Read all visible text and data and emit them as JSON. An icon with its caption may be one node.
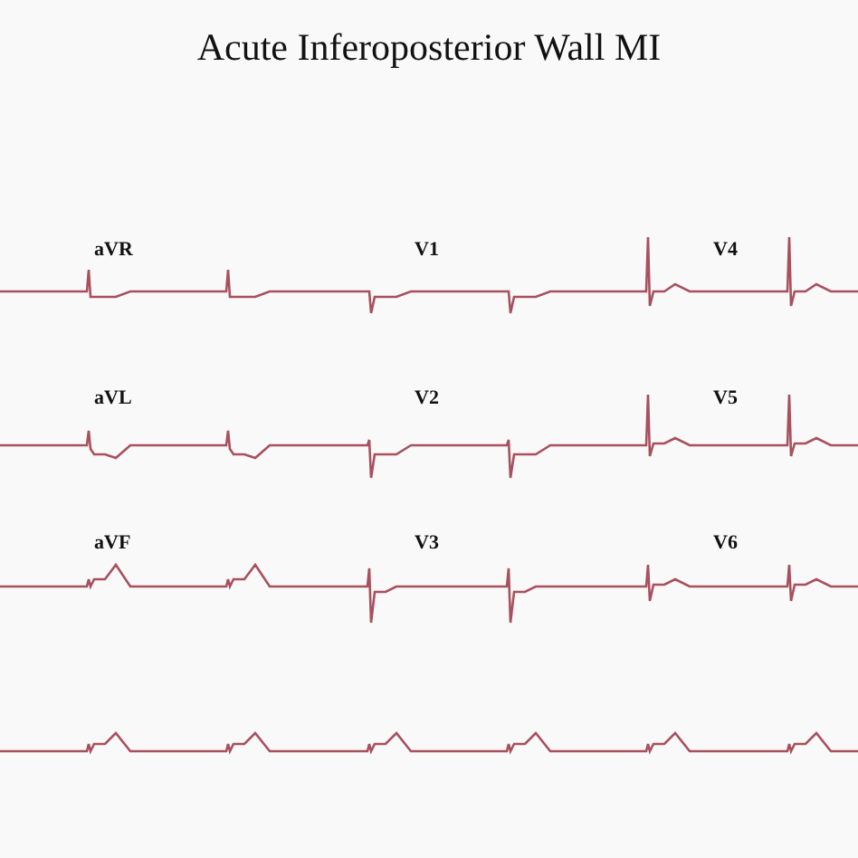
{
  "diagram": {
    "title": "Acute Inferoposterior Wall MI",
    "labels": [
      "aVR",
      "V1",
      "V4",
      "aVL",
      "V2",
      "V5",
      "aVF",
      "V3",
      "V6"
    ]
  }
}
